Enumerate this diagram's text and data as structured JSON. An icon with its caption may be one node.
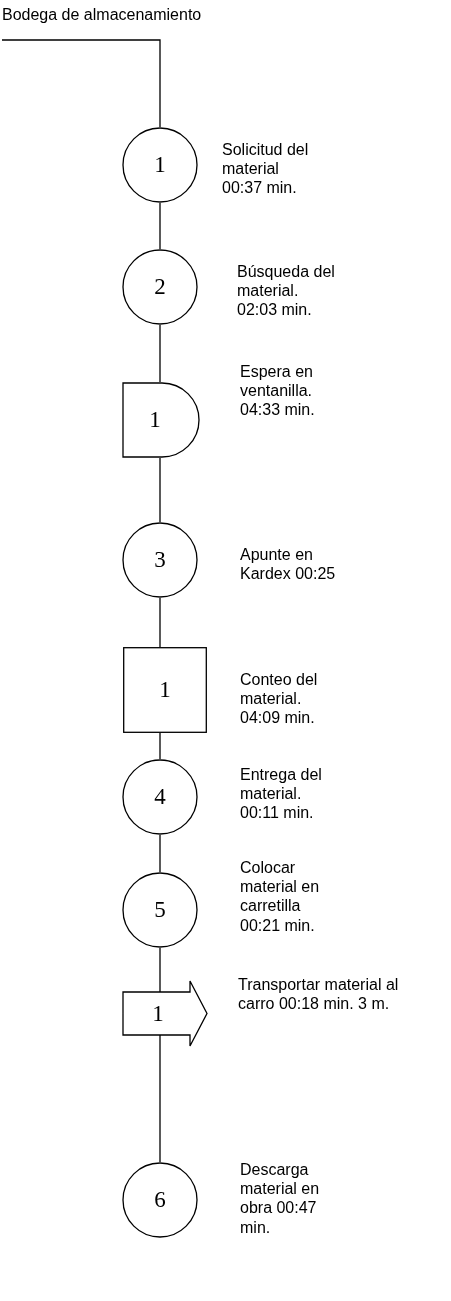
{
  "diagram": {
    "nodes": [
      {
        "text": [
          "Bodega de almacenamiento"
        ]
      },
      {
        "text": [
          "1"
        ],
        "beside": [
          "Solicitud del material 00:37 min."
        ]
      },
      {
        "text": [
          "2"
        ],
        "beside": [
          "Búsqueda del material. 02:03 min."
        ]
      },
      {
        "text": [
          "1"
        ],
        "beside": [
          "Espera en ventanilla. 04:33 min."
        ]
      },
      {
        "text": [
          "3"
        ],
        "beside": [
          "Apunte en Kardex 00:25"
        ]
      },
      {
        "text": [
          "1"
        ],
        "beside": [
          "Conteo del material. 04:09 min."
        ]
      },
      {
        "text": [
          "4"
        ],
        "beside": [
          "Entrega del material. 00:11 min."
        ]
      },
      {
        "text": [
          "5"
        ],
        "beside": [
          "Colocar material en carretilla 00:21 min."
        ]
      },
      {
        "text": [
          "1"
        ],
        "beside": [
          "Transportar material al carro 00:18 min. 3 m."
        ]
      },
      {
        "text": [
          "6"
        ],
        "beside": [
          "Descarga material en obra 00:47 min."
        ]
      }
    ],
    "edges": [
      {
        "from": 0,
        "to": 1,
        "arrow": "none"
      },
      {
        "from": 1,
        "to": 2,
        "arrow": "none"
      },
      {
        "from": 2,
        "to": 3,
        "arrow": "none"
      },
      {
        "from": 3,
        "to": 4,
        "arrow": "none"
      },
      {
        "from": 4,
        "to": 5,
        "arrow": "none"
      },
      {
        "from": 5,
        "to": 6,
        "arrow": "none"
      },
      {
        "from": 6,
        "to": 7,
        "arrow": "none"
      },
      {
        "from": 7,
        "to": 8,
        "arrow": "none"
      },
      {
        "from": 8,
        "to": 9,
        "arrow": "none"
      }
    ]
  }
}
